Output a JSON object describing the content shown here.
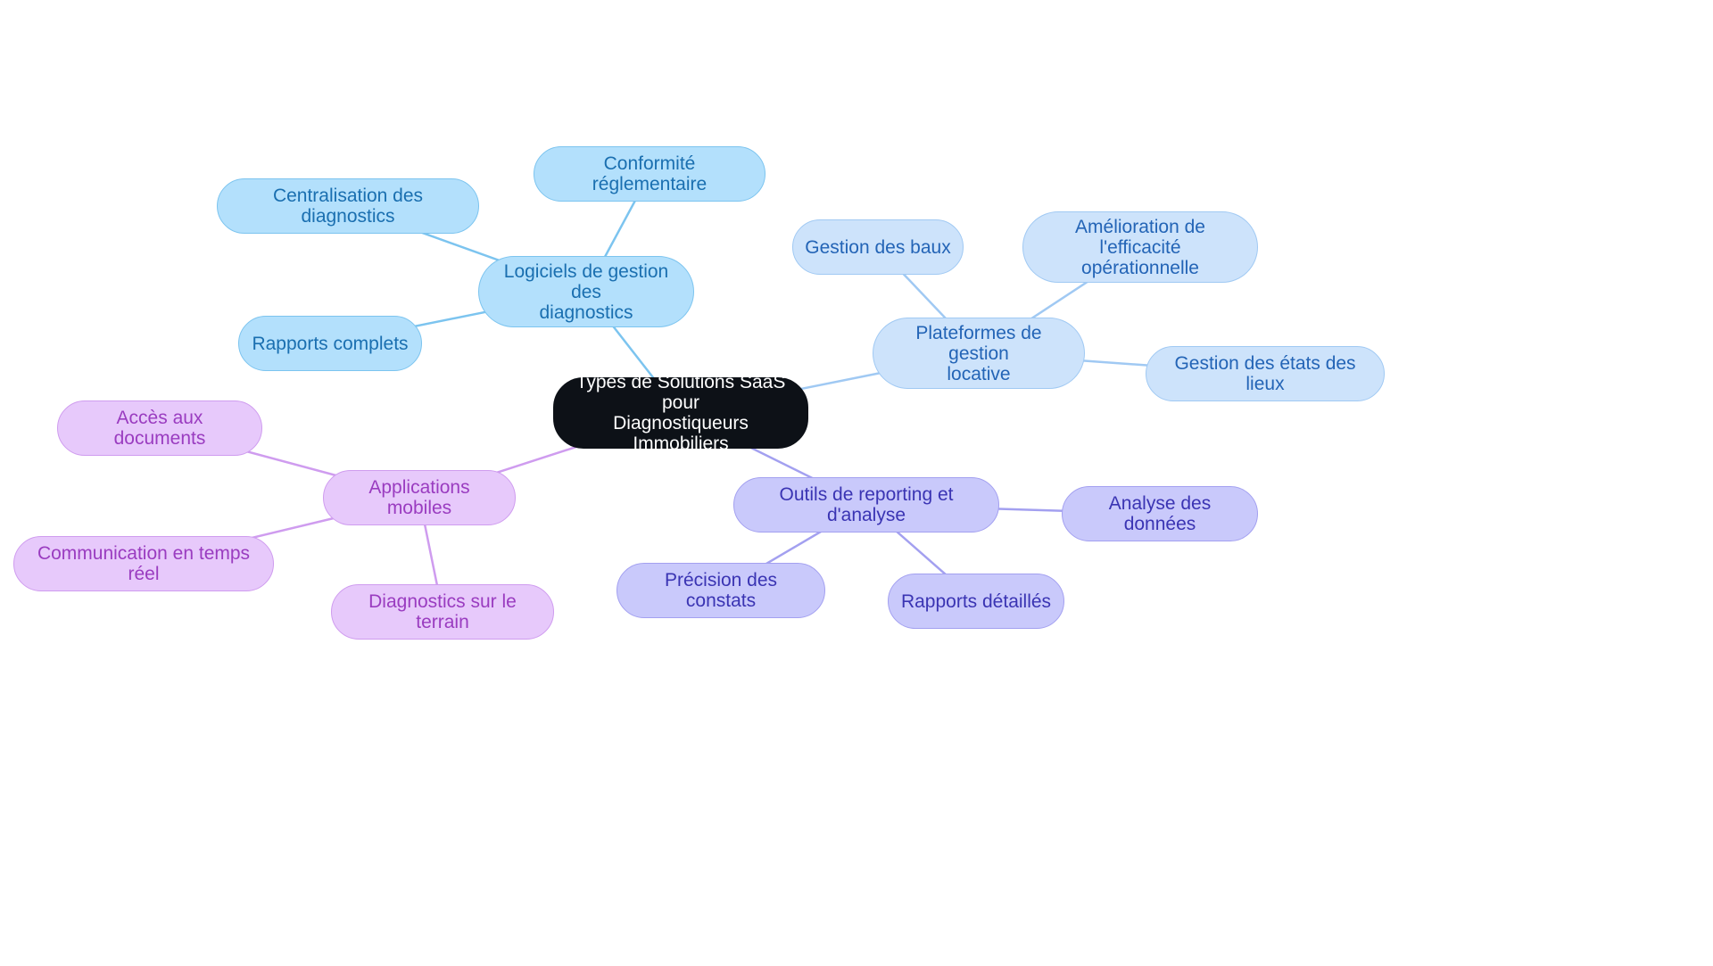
{
  "mindmap": {
    "root": {
      "id": "root",
      "label": "Types de Solutions SaaS pour\nDiagnostiqueurs Immobiliers"
    },
    "branches": [
      {
        "id": "diag",
        "label": "Logiciels de gestion des\ndiagnostics",
        "color": "#7cc4ef",
        "children": [
          {
            "id": "centralisation",
            "label": "Centralisation des diagnostics"
          },
          {
            "id": "conformite",
            "label": "Conformité réglementaire"
          },
          {
            "id": "rapports",
            "label": "Rapports complets"
          }
        ]
      },
      {
        "id": "locative",
        "label": "Plateformes de gestion\nlocative",
        "color": "#a0c9f3",
        "children": [
          {
            "id": "baux",
            "label": "Gestion des baux"
          },
          {
            "id": "efficacite",
            "label": "Amélioration de l'efficacité\nopérationnelle"
          },
          {
            "id": "etats",
            "label": "Gestion des états des lieux"
          }
        ]
      },
      {
        "id": "reporting",
        "label": "Outils de reporting et d'analyse",
        "color": "#a3a0f0",
        "children": [
          {
            "id": "analyse",
            "label": "Analyse des données"
          },
          {
            "id": "precision",
            "label": "Précision des constats"
          },
          {
            "id": "detailles",
            "label": "Rapports détaillés"
          }
        ]
      },
      {
        "id": "mobiles",
        "label": "Applications mobiles",
        "color": "#cf9cef",
        "children": [
          {
            "id": "acces",
            "label": "Accès aux documents"
          },
          {
            "id": "communication",
            "label": "Communication en temps réel"
          },
          {
            "id": "terrain",
            "label": "Diagnostics sur le terrain"
          }
        ]
      }
    ]
  }
}
